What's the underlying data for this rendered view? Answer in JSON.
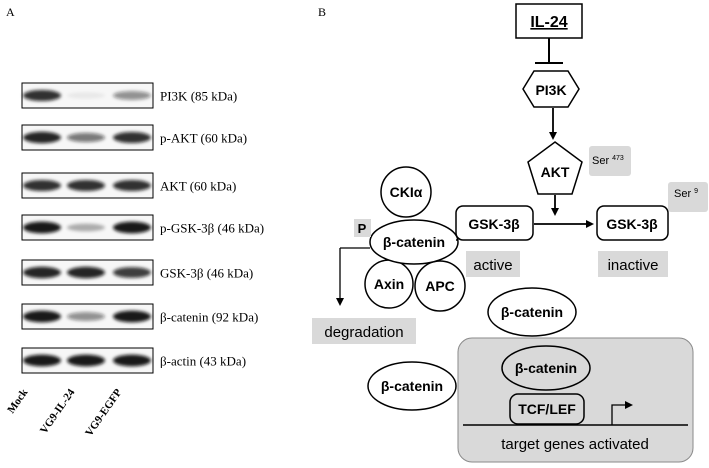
{
  "panel_a": {
    "label": "A",
    "blots": [
      {
        "label": "PI3K (85 kDa)",
        "bands": [
          0.85,
          0.06,
          0.45
        ]
      },
      {
        "label": "p-AKT (60 kDa)",
        "bands": [
          0.9,
          0.55,
          0.85
        ]
      },
      {
        "label": "AKT (60 kDa)",
        "bands": [
          0.85,
          0.85,
          0.85
        ]
      },
      {
        "label": "p-GSK-3β (46 kDa)",
        "bands": [
          0.95,
          0.3,
          0.95
        ]
      },
      {
        "label": "GSK-3β (46 kDa)",
        "bands": [
          0.9,
          0.9,
          0.8
        ]
      },
      {
        "label": "β-catenin (92 kDa)",
        "bands": [
          0.95,
          0.45,
          0.95
        ]
      },
      {
        "label": "β-actin (43 kDa)",
        "bands": [
          0.95,
          0.95,
          0.95
        ]
      }
    ],
    "lanes": [
      "Mock",
      "VG9-IL-24",
      "VG9-EGFP"
    ]
  },
  "panel_b": {
    "label": "B",
    "il24": "IL-24",
    "pi3k": "PI3K",
    "akt": "AKT",
    "akt_site": "Ser",
    "akt_site_num": "473",
    "gsk_active": "GSK-3β",
    "gsk_inactive": "GSK-3β",
    "gsk_site": "Ser",
    "gsk_site_num": "9",
    "active_label": "active",
    "inactive_label": "inactive",
    "ck1a": "CKIα",
    "p_label": "P",
    "bcat_complex": "β-catenin",
    "axin": "Axin",
    "apc": "APC",
    "degradation": "degradation",
    "bcat_free": "β-catenin",
    "bcat_left": "β-catenin",
    "bcat_nucleus": "β-catenin",
    "tcf_lef": "TCF/LEF",
    "target_genes": "target genes activated"
  }
}
